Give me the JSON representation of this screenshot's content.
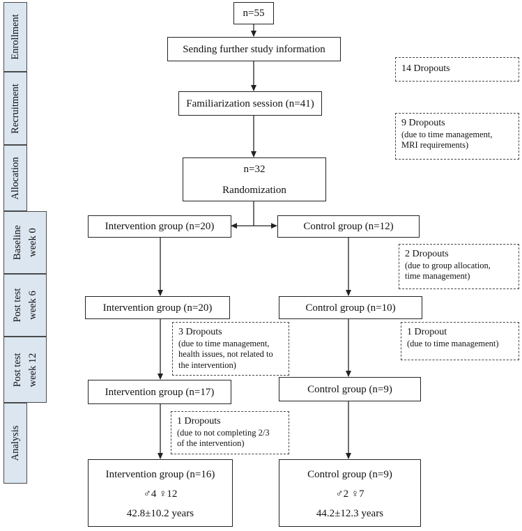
{
  "stages": [
    {
      "id": "enrollment",
      "lines": [
        "Enrollment"
      ]
    },
    {
      "id": "recruitment",
      "lines": [
        "Recruitment"
      ]
    },
    {
      "id": "allocation",
      "lines": [
        "Allocation"
      ]
    },
    {
      "id": "baseline",
      "lines": [
        "Baseline",
        "week 0"
      ]
    },
    {
      "id": "post-test-6",
      "lines": [
        "Post test",
        "week 6"
      ]
    },
    {
      "id": "post-test-12",
      "lines": [
        "Post test",
        "week 12"
      ]
    },
    {
      "id": "analysis",
      "lines": [
        "Analysis"
      ]
    }
  ],
  "flow": {
    "n_total": "n=55",
    "sending_info": "Sending further study information",
    "familiarization": "Familiarization session (n=41)",
    "randomization_n": "n=32",
    "randomization_label": "Randomization",
    "intervention_baseline": "Intervention group (n=20)",
    "control_baseline": "Control group (n=12)",
    "intervention_week6": "Intervention group (n=20)",
    "control_week6": "Control group (n=10)",
    "intervention_week12": "Intervention group (n=17)",
    "control_week12": "Control group (n=9)",
    "intervention_final": {
      "title": "Intervention group (n=16)",
      "sex": "♂4 ♀12",
      "age": "42.8±10.2 years"
    },
    "control_final": {
      "title": "Control group (n=9)",
      "sex": "♂2 ♀7",
      "age": "44.2±12.3 years"
    }
  },
  "dropouts": {
    "enrollment": {
      "title": "14 Dropouts",
      "detail": []
    },
    "recruitment": {
      "title": "9 Dropouts",
      "detail": [
        "(due to time management,",
        "MRI requirements)"
      ]
    },
    "control_baseline": {
      "title": "2 Dropouts",
      "detail": [
        "(due to group allocation,",
        "time management)"
      ]
    },
    "intervention_week6": {
      "title": "3 Dropouts",
      "detail": [
        "(due to time management,",
        "health issues, not related to",
        "the intervention)"
      ]
    },
    "control_week6": {
      "title": "1 Dropout",
      "detail": [
        "(due to time management)"
      ]
    },
    "intervention_week12": {
      "title": "1 Dropouts",
      "detail": [
        "(due to not completing 2/3",
        "of the intervention)"
      ]
    }
  },
  "colors": {
    "stage_fill": "#dce6f1",
    "stage_border": "#4a4a4a",
    "line": "#222222"
  }
}
